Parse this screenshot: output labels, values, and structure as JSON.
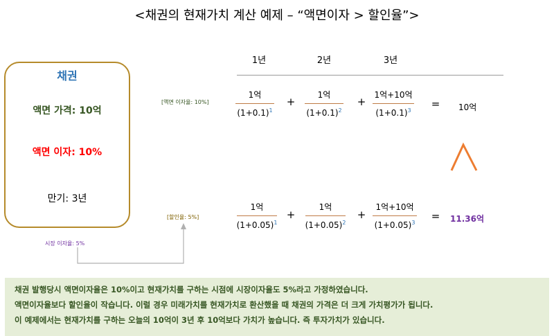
{
  "title": "<채권의 현재가치 계산 예제 – “액면이자 > 할인율”>",
  "years": [
    "1년",
    "2년",
    "3년"
  ],
  "bond": {
    "heading": "채권",
    "face_value": "액면 가격: 10억",
    "coupon": "액면 이자: 10%",
    "maturity": "만기: 3년",
    "market_rate": "시장 이자율: 5%"
  },
  "row1": {
    "tag": "[액면 이자율: 10%]",
    "terms": [
      {
        "num": "1억",
        "base": "(1+0.1)",
        "exp": "1"
      },
      {
        "num": "1억",
        "base": "(1+0.1)",
        "exp": "2"
      },
      {
        "num": "1억+10억",
        "base": "(1+0.1)",
        "exp": "3"
      }
    ],
    "result": "10억"
  },
  "row2": {
    "tag": "[할인율: 5%]",
    "terms": [
      {
        "num": "1억",
        "base": "(1+0.05)",
        "exp": "1"
      },
      {
        "num": "1억",
        "base": "(1+0.05)",
        "exp": "2"
      },
      {
        "num": "1억+10억",
        "base": "(1+0.05)",
        "exp": "3"
      }
    ],
    "result": "11.36억"
  },
  "operators": {
    "plus": "+",
    "equals": "="
  },
  "note": [
    "채권 발행당시 액면이자율은 10%이고 현재가치를 구하는 시점에 시장이자율도 5%라고 가정하였습니다.",
    "액면이자율보다 할인율이 작습니다. 이럴 경우 미래가치를 현재가치로 환산했을 때 채권의 가격은 더 크게 가치평가가 됩니다.",
    "이 예제에서는 현재가치를 구하는 오늘의 10억이 3년 후 10억보다 가치가 높습니다. 즉 투자가치가 있습니다."
  ],
  "colors": {
    "title_blue": "#2e74b5",
    "green": "#375623",
    "red": "#ff0000",
    "purple": "#7030a0",
    "box_border": "#b58a2a",
    "note_bg": "#e6eed8",
    "arrow": "#ed7d31"
  }
}
